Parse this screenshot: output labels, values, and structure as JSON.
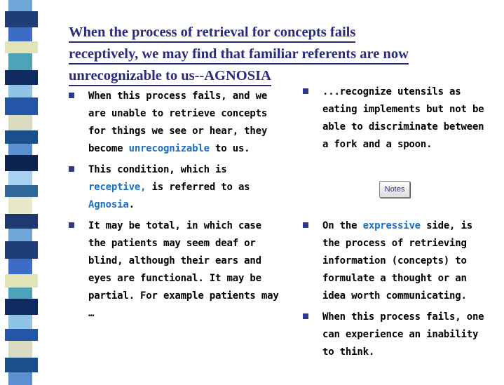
{
  "title": {
    "line1": "When the process of retrieval for concepts fails",
    "line2": "receptively, we may find that familiar referents are now",
    "line3": "unrecognizable to us--AGNOSIA"
  },
  "left_bullets": [
    {
      "pre": "When this process fails, and we are unable to retrieve concepts for things we see or hear, they become ",
      "hl": "unrecognizable",
      "post": " to us."
    },
    {
      "pre": "This condition, which is ",
      "hl": "receptive,",
      "mid": " is referred to as ",
      "hl2": "Agnosia",
      "post": "."
    },
    {
      "pre": "It may be total, in which case the patients may seem deaf or blind, although their ears and eyes are functional. It may be partial.  For example patients may …"
    }
  ],
  "right_bullets": [
    {
      "pre": "...recognize utensils as eating implements but not be able to discriminate between a fork and a spoon."
    },
    {
      "pre": "On the ",
      "hl": "expressive",
      "post": " side, is the process of retrieving information (concepts) to formulate a thought or an idea worth communicating."
    },
    {
      "pre": "When this process fails, one can experience an inability to think."
    }
  ],
  "notes_button": {
    "label": "Notes"
  },
  "colors": {
    "title": "#2a2a80",
    "highlight": "#1a6fc4",
    "bullet": "#2b3a8f"
  }
}
